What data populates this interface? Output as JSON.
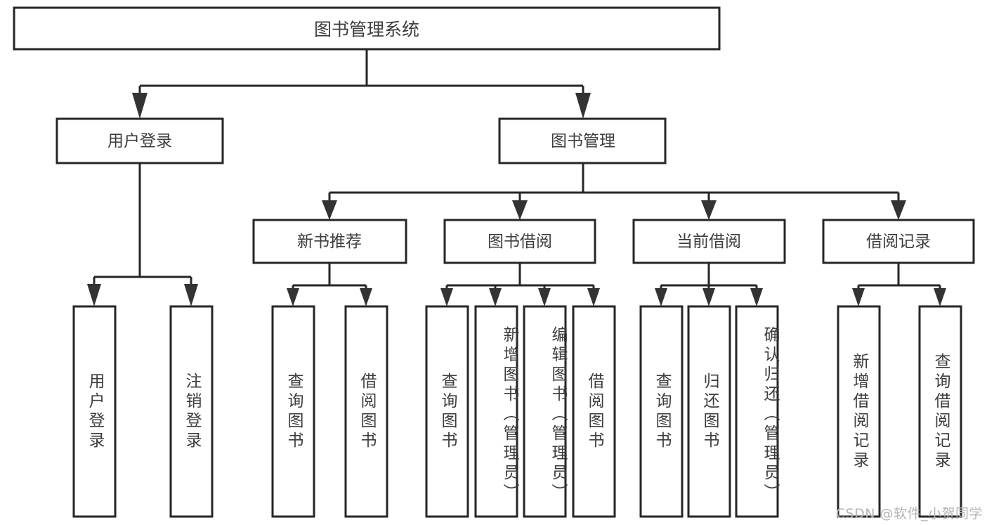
{
  "diagram": {
    "type": "tree-hierarchy-chart",
    "title": "图书管理系统",
    "colors": {
      "stroke": "#262626",
      "box_fill": "#ffffff",
      "text": "#3d3d3d",
      "watermark": "#b4b4b4",
      "background": "#ffffff"
    },
    "root": {
      "label": "图书管理系统"
    },
    "level1": [
      {
        "label": "用户登录"
      },
      {
        "label": "图书管理"
      }
    ],
    "level2": [
      {
        "label": "新书推荐"
      },
      {
        "label": "图书借阅"
      },
      {
        "label": "当前借阅"
      },
      {
        "label": "借阅记录"
      }
    ],
    "leaves": {
      "user_login": [
        {
          "label": "用户登录"
        },
        {
          "label": "注销登录"
        }
      ],
      "new_book_recommend": [
        {
          "label": "查询图书"
        },
        {
          "label": "借阅图书"
        }
      ],
      "book_borrow": [
        {
          "label": "查询图书"
        },
        {
          "label": "新增图书（管理员）"
        },
        {
          "label": "编辑图书（管理员）"
        },
        {
          "label": "借阅图书"
        }
      ],
      "current_borrow": [
        {
          "label": "查询图书"
        },
        {
          "label": "归还图书"
        },
        {
          "label": "确认归还（管理员）"
        }
      ],
      "borrow_record": [
        {
          "label": "新增借阅记录"
        },
        {
          "label": "查询借阅记录"
        }
      ]
    },
    "watermark": "CSDN @软件_小贺同学"
  }
}
